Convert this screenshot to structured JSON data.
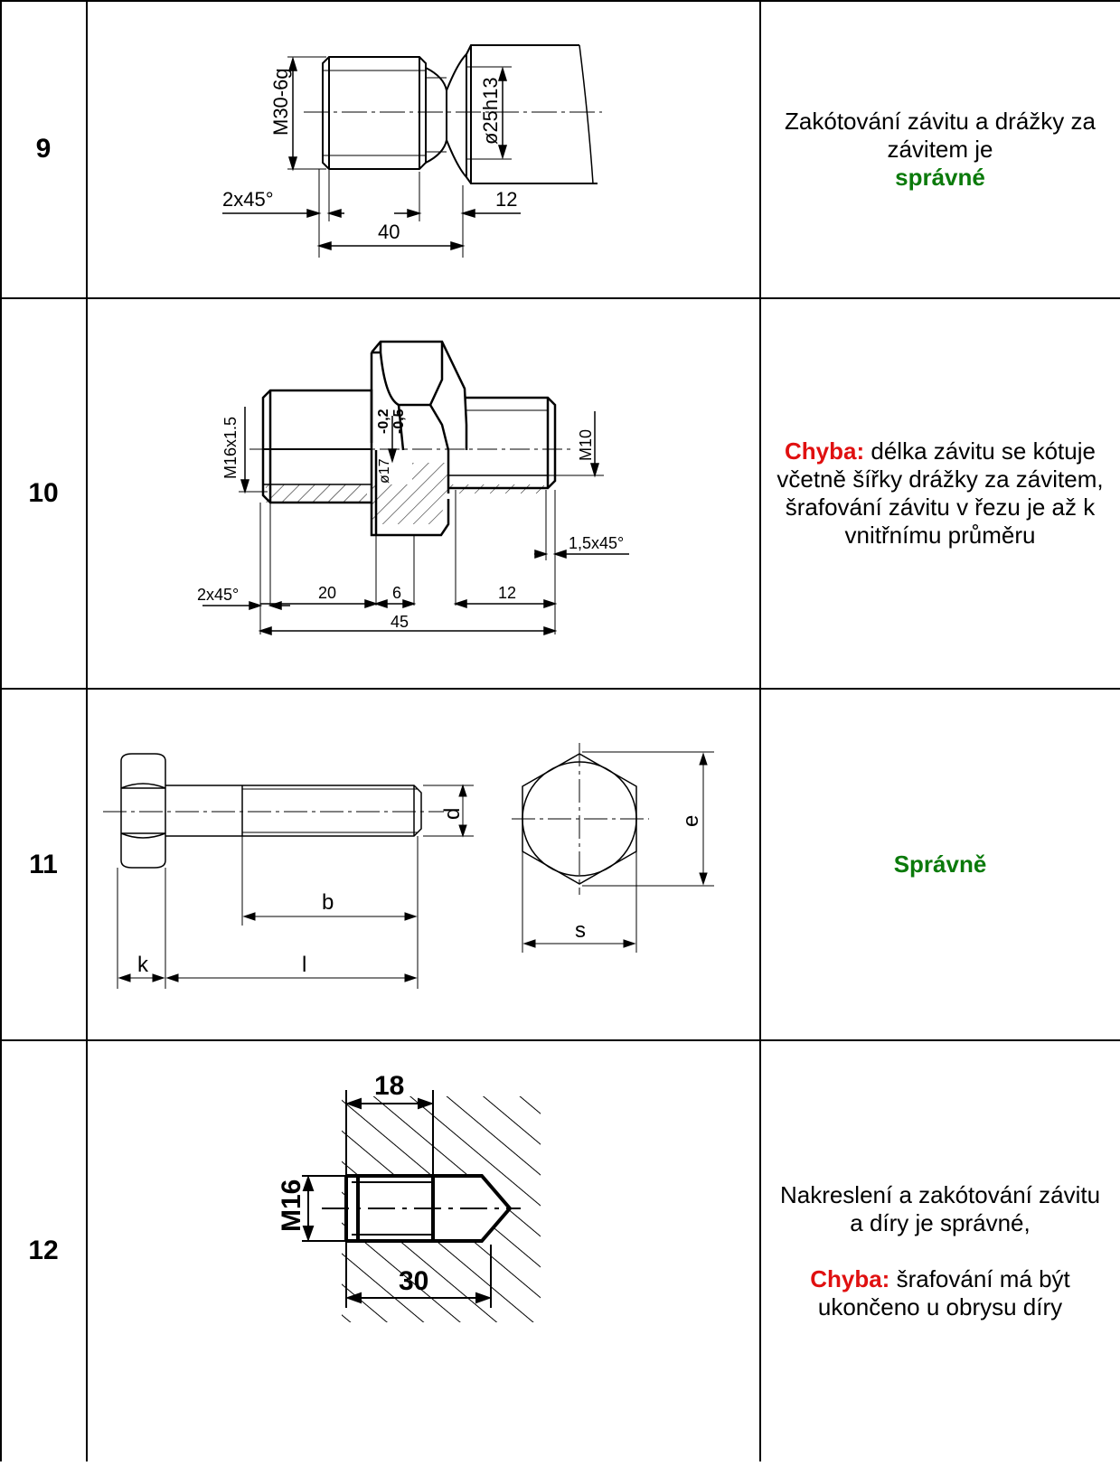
{
  "rows": [
    {
      "number": "9",
      "drawing": {
        "labels": [
          "M30-6g",
          "ø25h13",
          "2x45°",
          "12",
          "40"
        ]
      },
      "description": {
        "before": "Zakótování závitu a drážky za závitem je",
        "verdict": "správné"
      }
    },
    {
      "number": "10",
      "drawing": {
        "labels": [
          "M16x1.5",
          "-0,2",
          "-0,5",
          "ø17",
          "M10",
          "1,5x45°",
          "2x45°",
          "20",
          "6",
          "12",
          "45"
        ]
      },
      "description": {
        "error_label": "Chyba:",
        "error_text": "délka závitu se kótuje včetně šířky drážky za závitem, šrafování závitu v řezu je až k vnitřnímu průměru"
      }
    },
    {
      "number": "11",
      "drawing": {
        "labels": [
          "d",
          "e",
          "b",
          "s",
          "k",
          "l"
        ]
      },
      "description": {
        "verdict": "Správně"
      }
    },
    {
      "number": "12",
      "drawing": {
        "labels": [
          "18",
          "M16",
          "30"
        ]
      },
      "description": {
        "text": "Nakreslení a zakótování závitu a díry je správné,",
        "error_label": "Chyba:",
        "error_text": "šrafování má být ukončeno u obrysu díry"
      }
    }
  ]
}
